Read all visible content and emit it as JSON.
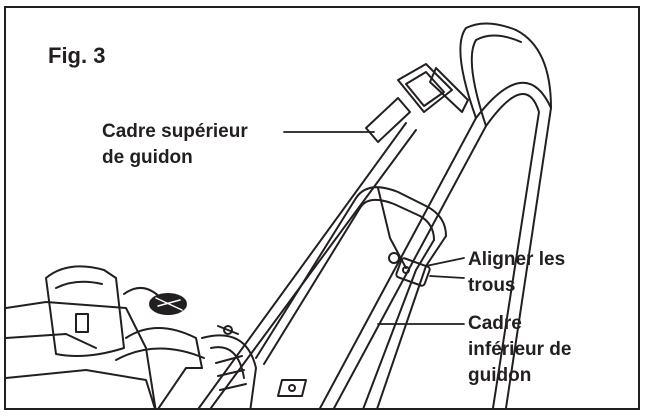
{
  "figure": {
    "title": "Fig. 3"
  },
  "callouts": {
    "upper_frame": {
      "line1": "Cadre supérieur",
      "line2": "de guidon"
    },
    "align_holes": {
      "line1": "Aligner les",
      "line2": "trous"
    },
    "lower_frame": {
      "line1": "Cadre",
      "line2": "inférieur de",
      "line3": "guidon"
    }
  },
  "colors": {
    "ink": "#231f20",
    "background": "#ffffff"
  }
}
